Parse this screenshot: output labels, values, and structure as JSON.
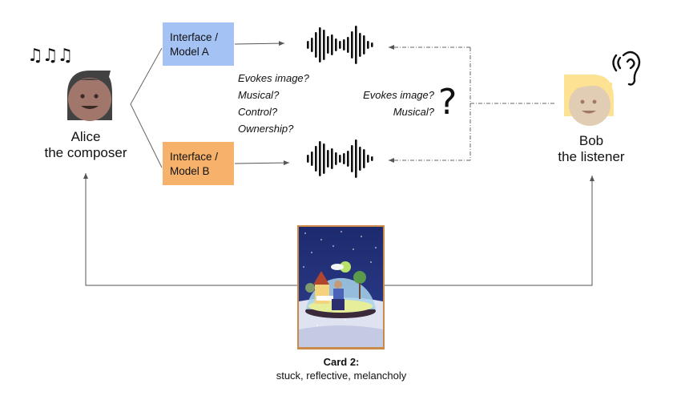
{
  "composer": {
    "name": "Alice",
    "role": "the composer",
    "notes_glyph": "♫♫♫",
    "avatar_icon": "woman-face-icon",
    "colors": {
      "skin": "#a1776b",
      "hair": "#424242"
    }
  },
  "listener": {
    "name": "Bob",
    "role": "the listener",
    "ear_icon": "ear-listening-icon",
    "avatar_icon": "man-face-icon",
    "colors": {
      "skin": "#e0cdb3",
      "hair": "#fde293"
    }
  },
  "models": [
    {
      "label_line1": "Interface /",
      "label_line2": "Model A",
      "color": "#a4c2f4"
    },
    {
      "label_line1": "Interface /",
      "label_line2": "Model B",
      "color": "#f6b26b"
    }
  ],
  "composer_questions": [
    "Evokes image?",
    "Musical?",
    "Control?",
    "Ownership?"
  ],
  "listener_questions": [
    "Evokes image?",
    "Musical?"
  ],
  "question_mark": "?",
  "card": {
    "title": "Card 2:",
    "words": "stuck, reflective, melancholy",
    "image_icon": "snow-globe-card-image"
  }
}
